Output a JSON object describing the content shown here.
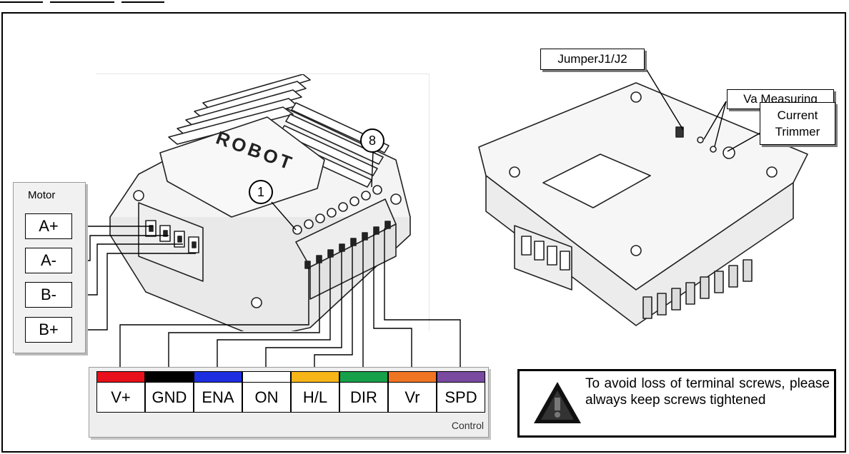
{
  "motor": {
    "title": "Motor",
    "terminals": [
      "A+",
      "A-",
      "B-",
      "B+"
    ]
  },
  "control": {
    "label": "Control",
    "terminals": [
      {
        "label": "V+",
        "color": "#e8101a"
      },
      {
        "label": "GND",
        "color": "#000000"
      },
      {
        "label": "ENA",
        "color": "#1c2ee0"
      },
      {
        "label": "ON",
        "color": "#ffffff"
      },
      {
        "label": "H/L",
        "color": "#f7b518"
      },
      {
        "label": "DIR",
        "color": "#17a04a"
      },
      {
        "label": "Vr",
        "color": "#f07522"
      },
      {
        "label": "SPD",
        "color": "#7a4aa1"
      }
    ]
  },
  "callouts": {
    "jumper": "JumperJ1/J2",
    "va": "Va Measuring",
    "trimmer_line1": "Current",
    "trimmer_line2": "Trimmer"
  },
  "markers": {
    "pin1": "1",
    "pin8": "8"
  },
  "device": {
    "logo": "ROBOT"
  },
  "warning": {
    "text": "To avoid loss of terminal screws, please always keep screws tightened"
  }
}
